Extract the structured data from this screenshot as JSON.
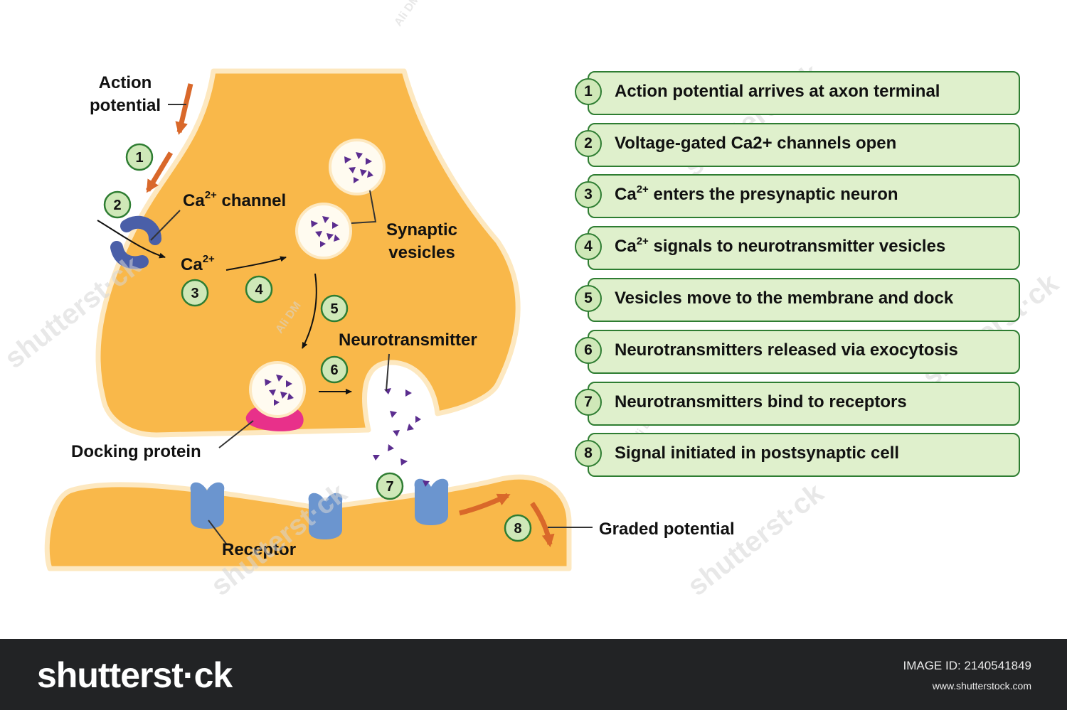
{
  "labels": {
    "action_potential_line1": "Action",
    "action_potential_line2": "potential",
    "ca_channel_base": "Ca",
    "ca_channel_sup": "2+",
    "ca_channel_rest": " channel",
    "ca_base": "Ca",
    "ca_sup": "2+",
    "synaptic_line1": "Synaptic",
    "synaptic_line2": "vesicles",
    "neurotransmitter": "Neurotransmitter",
    "docking_protein": "Docking protein",
    "receptor": "Receptor",
    "graded_potential": "Graded potential"
  },
  "diagram_numbers": [
    "1",
    "2",
    "3",
    "4",
    "5",
    "6",
    "7",
    "8"
  ],
  "steps": [
    {
      "num": "1",
      "text": "Action potential arrives at axon terminal"
    },
    {
      "num": "2",
      "text": "Voltage-gated Ca2+ channels open"
    },
    {
      "num": "3",
      "pre": "Ca",
      "sup": "2+",
      "text": " enters the presynaptic neuron"
    },
    {
      "num": "4",
      "pre": "Ca",
      "sup": "2+",
      "text": " signals to neurotransmitter vesicles"
    },
    {
      "num": "5",
      "text": "Vesicles move to the membrane and dock"
    },
    {
      "num": "6",
      "text": "Neurotransmitters released via exocytosis"
    },
    {
      "num": "7",
      "text": "Neurotransmitters bind to receptors"
    },
    {
      "num": "8",
      "text": "Signal initiated in postsynaptic cell"
    }
  ],
  "watermarks": {
    "brand": "shutterstock",
    "brand_variant": "shutterst·ck",
    "author": "Ali DM"
  },
  "footer": {
    "logo": "shutterst·ck",
    "image_id": "IMAGE ID: 2140541849",
    "site": "www.shutterstock.com"
  },
  "colors": {
    "neuron_fill": "#f9b84a",
    "neuron_edge": "#fde8c0",
    "step_box": "#dff0cc",
    "step_border": "#2e7d32",
    "channel": "#4a5fa8",
    "receptor": "#6b95cf",
    "docking_protein": "#e8308a",
    "neurotransmitter": "#5b2d8f",
    "arrow_orange": "#d9682a"
  }
}
